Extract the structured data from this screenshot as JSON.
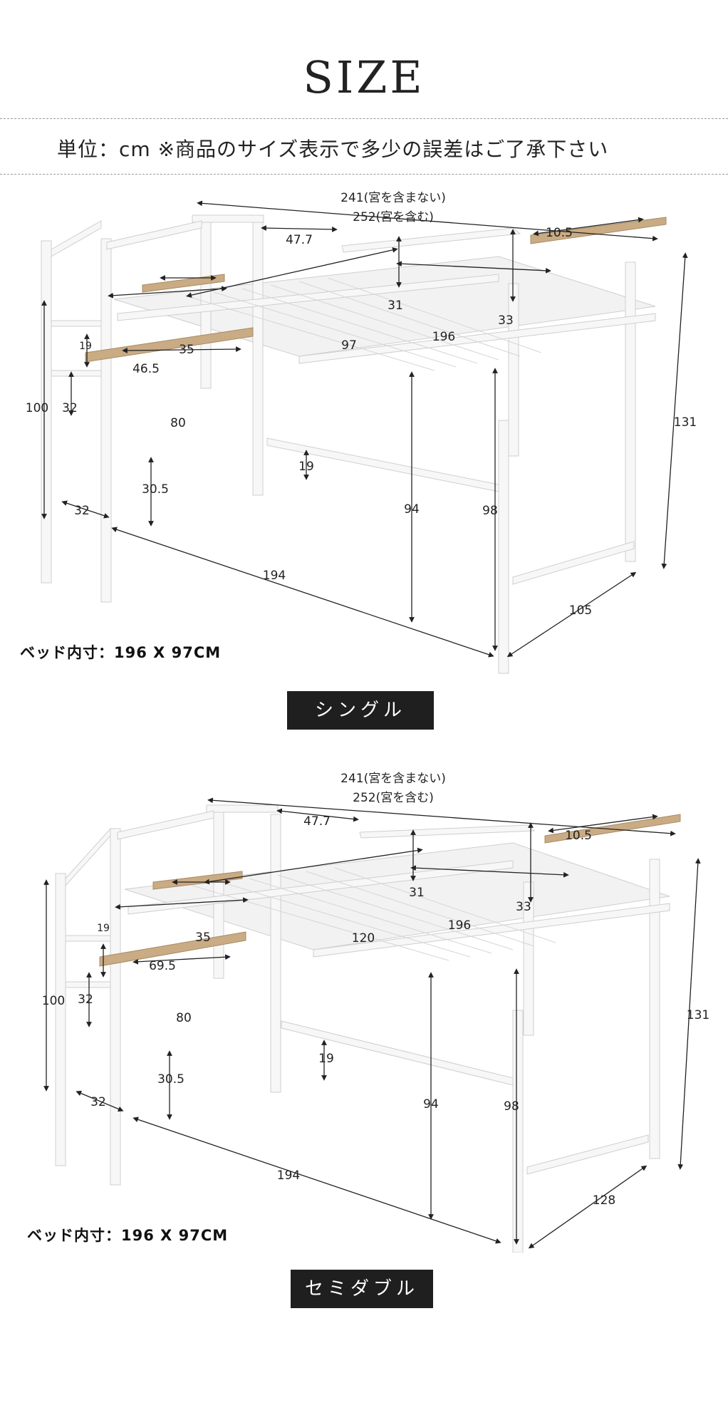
{
  "header": {
    "title": "SIZE",
    "unit_note": "単位：cm ※商品のサイズ表示で多少の誤差はご了承下さい"
  },
  "beds": [
    {
      "type_label": "シングル",
      "inner_size": "ベッド内寸：196 X 97CM",
      "dims": {
        "length_no_headboard": "241(宮を含まない)",
        "length_with_headboard": "252(宮を含む)",
        "d47": "47.7",
        "d10": "10.5",
        "d31": "31",
        "d33": "33",
        "d196": "196",
        "width": "97",
        "step19": "19",
        "d35": "35",
        "shelf_width": "46.5",
        "d32": "32",
        "d100": "100",
        "d80": "80",
        "d19b": "19",
        "d305": "30.5",
        "d32b": "32",
        "d194": "194",
        "d94": "94",
        "d98": "98",
        "d131": "131",
        "depth": "105"
      }
    },
    {
      "type_label": "セミダブル",
      "inner_size": "ベッド内寸：196 X 97CM",
      "dims": {
        "length_no_headboard": "241(宮を含まない)",
        "length_with_headboard": "252(宮を含む)",
        "d47": "47.7",
        "d10": "10.5",
        "d31": "31",
        "d33": "33",
        "d196": "196",
        "width": "120",
        "step19": "19",
        "d35": "35",
        "shelf_width": "69.5",
        "d32": "32",
        "d100": "100",
        "d80": "80",
        "d19b": "19",
        "d305": "30.5",
        "d32b": "32",
        "d194": "194",
        "d94": "94",
        "d98": "98",
        "d131": "131",
        "depth": "128"
      }
    }
  ]
}
